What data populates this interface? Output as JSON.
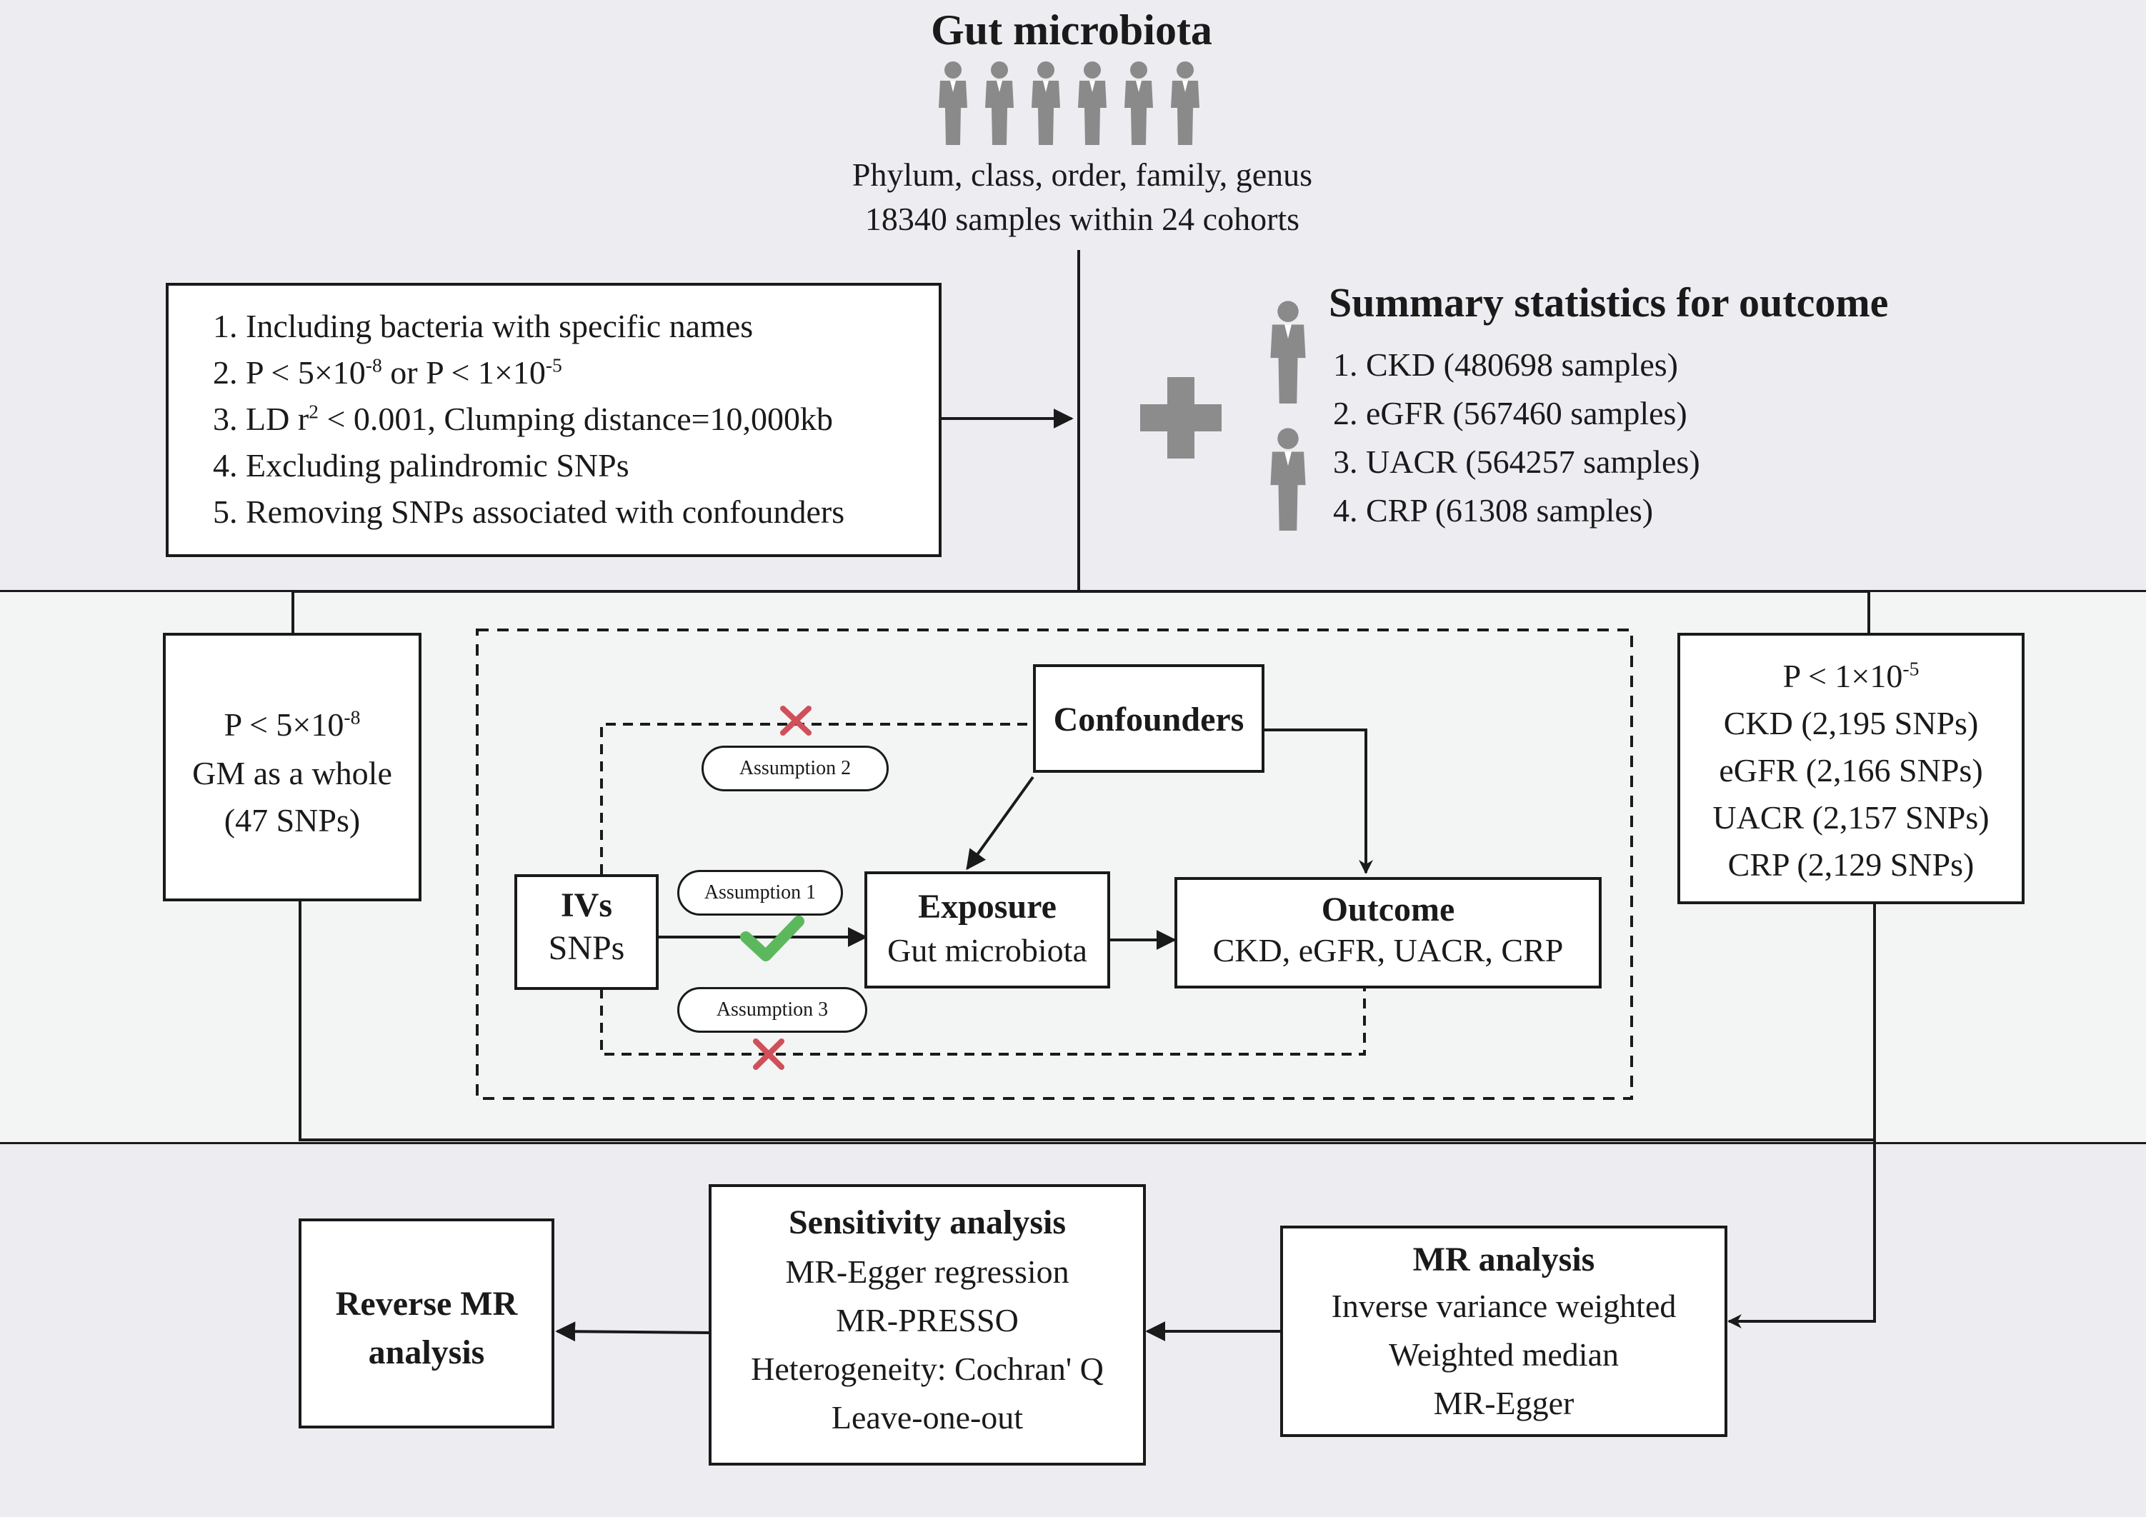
{
  "gut": {
    "title": "Gut microbiota",
    "line1": "Phylum, class, order, family, genus",
    "line2": "18340 samples within 24 cohorts"
  },
  "criteria": {
    "item1": "1. Including bacteria with specific names",
    "item2_a": "2. P < 5×10",
    "item2_exp1": "-8",
    "item2_b": " or P < 1×10",
    "item2_exp2": "-5",
    "item3_a": "3. LD r",
    "item3_exp": "2",
    "item3_b": " < 0.001, Clumping distance=10,000kb",
    "item4": "4. Excluding palindromic SNPs",
    "item5": "5. Removing SNPs associated with confounders"
  },
  "summary": {
    "title": "Summary statistics for outcome",
    "items": [
      "1. CKD (480698 samples)",
      "2. eGFR (567460 samples)",
      "3. UACR (564257 samples)",
      "4. CRP (61308 samples)"
    ]
  },
  "left_box": {
    "p_a": "P < 5×10",
    "p_exp": "-8",
    "line2": "GM as a whole",
    "line3": "(47 SNPs)"
  },
  "right_box": {
    "p_a": "P < 1×10",
    "p_exp": "-5",
    "lines": [
      "CKD (2,195 SNPs)",
      "eGFR (2,166 SNPs)",
      "UACR (2,157 SNPs)",
      "CRP (2,129 SNPs)"
    ]
  },
  "model": {
    "confounders": "Confounders",
    "ivs_title": "IVs",
    "ivs_sub": "SNPs",
    "exposure_title": "Exposure",
    "exposure_sub": "Gut microbiota",
    "outcome_title": "Outcome",
    "outcome_sub": "CKD, eGFR, UACR, CRP",
    "assumption1": "Assumption 1",
    "assumption2": "Assumption 2",
    "assumption3": "Assumption 3"
  },
  "mr": {
    "title": "MR analysis",
    "lines": [
      "Inverse variance weighted",
      "Weighted median",
      "MR-Egger"
    ]
  },
  "sensitivity": {
    "title": "Sensitivity analysis",
    "lines": [
      "MR-Egger regression",
      "MR-PRESSO",
      "Heterogeneity: Cochran' Q",
      "Leave-one-out"
    ]
  },
  "reverse": {
    "line1": "Reverse MR",
    "line2": "analysis"
  },
  "colors": {
    "person": "#8a8a8a",
    "plus": "#8c8c8c",
    "check": "#5cb85c",
    "cross": "#d0505a"
  }
}
